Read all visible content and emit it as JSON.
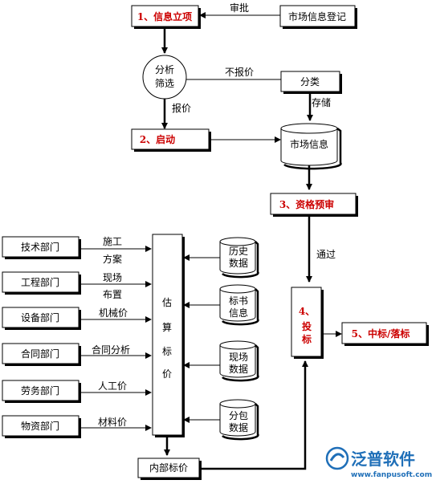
{
  "nodes": {
    "step1": "1、信息立项",
    "market_register": "市场信息登记",
    "analysis_line1": "分析",
    "analysis_line2": "筛选",
    "classify": "分类",
    "step2": "2、启动",
    "market_info": "市场信息",
    "step3": "3、资格预审",
    "step4_line1": "4、",
    "step4_line2": "投",
    "step4_line3": "标",
    "step5": "5、中标/落标",
    "estimate_chars": [
      "估",
      "算",
      "标",
      "价"
    ],
    "internal_price": "内部标价"
  },
  "labels": {
    "approve": "审批",
    "no_quote": "不报价",
    "quote": "报价",
    "store": "存储",
    "pass": "通过"
  },
  "departments": [
    {
      "name": "技术部门",
      "label1": "施工",
      "label2": "方案"
    },
    {
      "name": "工程部门",
      "label1": "现场",
      "label2": "布置"
    },
    {
      "name": "设备部门",
      "label1": "机械价",
      "label2": ""
    },
    {
      "name": "合同部门",
      "label1": "合同分析",
      "label2": ""
    },
    {
      "name": "劳务部门",
      "label1": "人工价",
      "label2": ""
    },
    {
      "name": "物资部门",
      "label1": "材料价",
      "label2": ""
    }
  ],
  "datastores": [
    {
      "line1": "历史",
      "line2": "数据"
    },
    {
      "line1": "标书",
      "line2": "信息"
    },
    {
      "line1": "现场",
      "line2": "数据"
    },
    {
      "line1": "分包",
      "line2": "数据"
    }
  ],
  "logo": {
    "text": "泛普软件",
    "url": "www.fanpusoft.com",
    "color": "#1f6fb8"
  }
}
